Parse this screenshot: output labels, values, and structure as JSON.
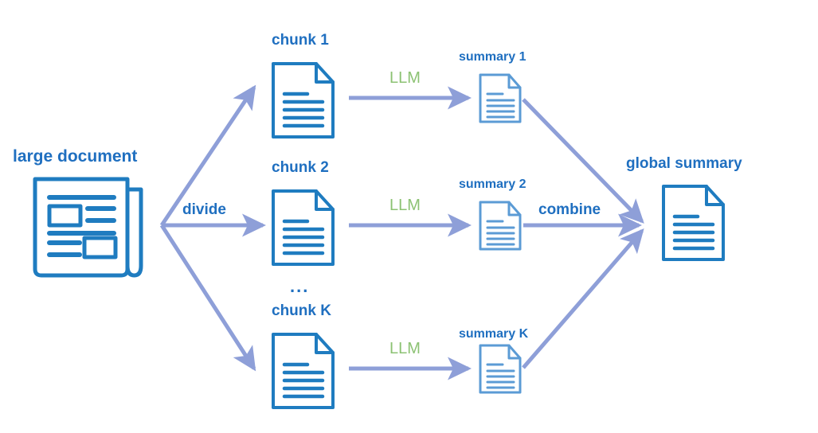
{
  "diagram": {
    "title_concept": "map-reduce document summarization",
    "colors": {
      "doc_stroke_dark": "#1f7cc0",
      "doc_stroke_light": "#5b9bd5",
      "arrow": "#8e9fd8",
      "text_blue": "#1f6fc0",
      "text_green": "#8cc273",
      "background": "#ffffff"
    },
    "nodes": {
      "large_document": {
        "label": "large document",
        "icon": "newspaper-icon"
      },
      "chunks": [
        {
          "label": "chunk 1",
          "icon": "document-icon"
        },
        {
          "label": "chunk 2",
          "icon": "document-icon"
        },
        {
          "label": "chunk K",
          "icon": "document-icon"
        }
      ],
      "ellipsis": "...",
      "summaries": [
        {
          "label": "summary 1",
          "icon": "document-icon"
        },
        {
          "label": "summary 2",
          "icon": "document-icon"
        },
        {
          "label": "summary K",
          "icon": "document-icon"
        }
      ],
      "global_summary": {
        "label": "global summary",
        "icon": "document-icon"
      }
    },
    "edges": {
      "divide_label": "divide",
      "llm_labels": [
        "LLM",
        "LLM",
        "LLM"
      ],
      "combine_label": "combine"
    }
  }
}
